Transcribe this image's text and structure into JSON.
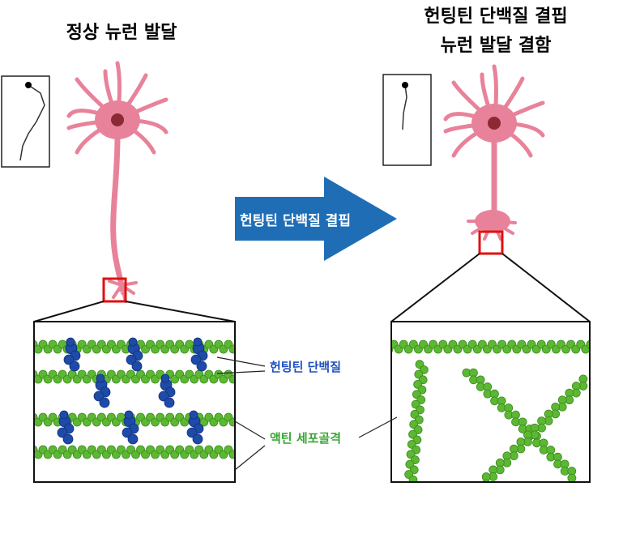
{
  "left_panel": {
    "title": "정상 뉴런 발달"
  },
  "right_panel": {
    "title_line1": "헌팅틴 단백질 결핍",
    "title_line2": "뉴런 발달 결함"
  },
  "arrow": {
    "label": "헌팅틴 단백질 결핍"
  },
  "legend": {
    "huntingtin_label": "헌팅틴 단백질",
    "actin_label": "액틴 세포골격"
  },
  "colors": {
    "neuron": "#e8829a",
    "nucleus": "#8b2a35",
    "actin": "#5cb832",
    "huntingtin": "#1e4aa8",
    "arrow": "#1f6eb5",
    "highlight": "#e01010",
    "huntingtin_text": "#1f4fbf",
    "actin_text": "#3aa535"
  }
}
